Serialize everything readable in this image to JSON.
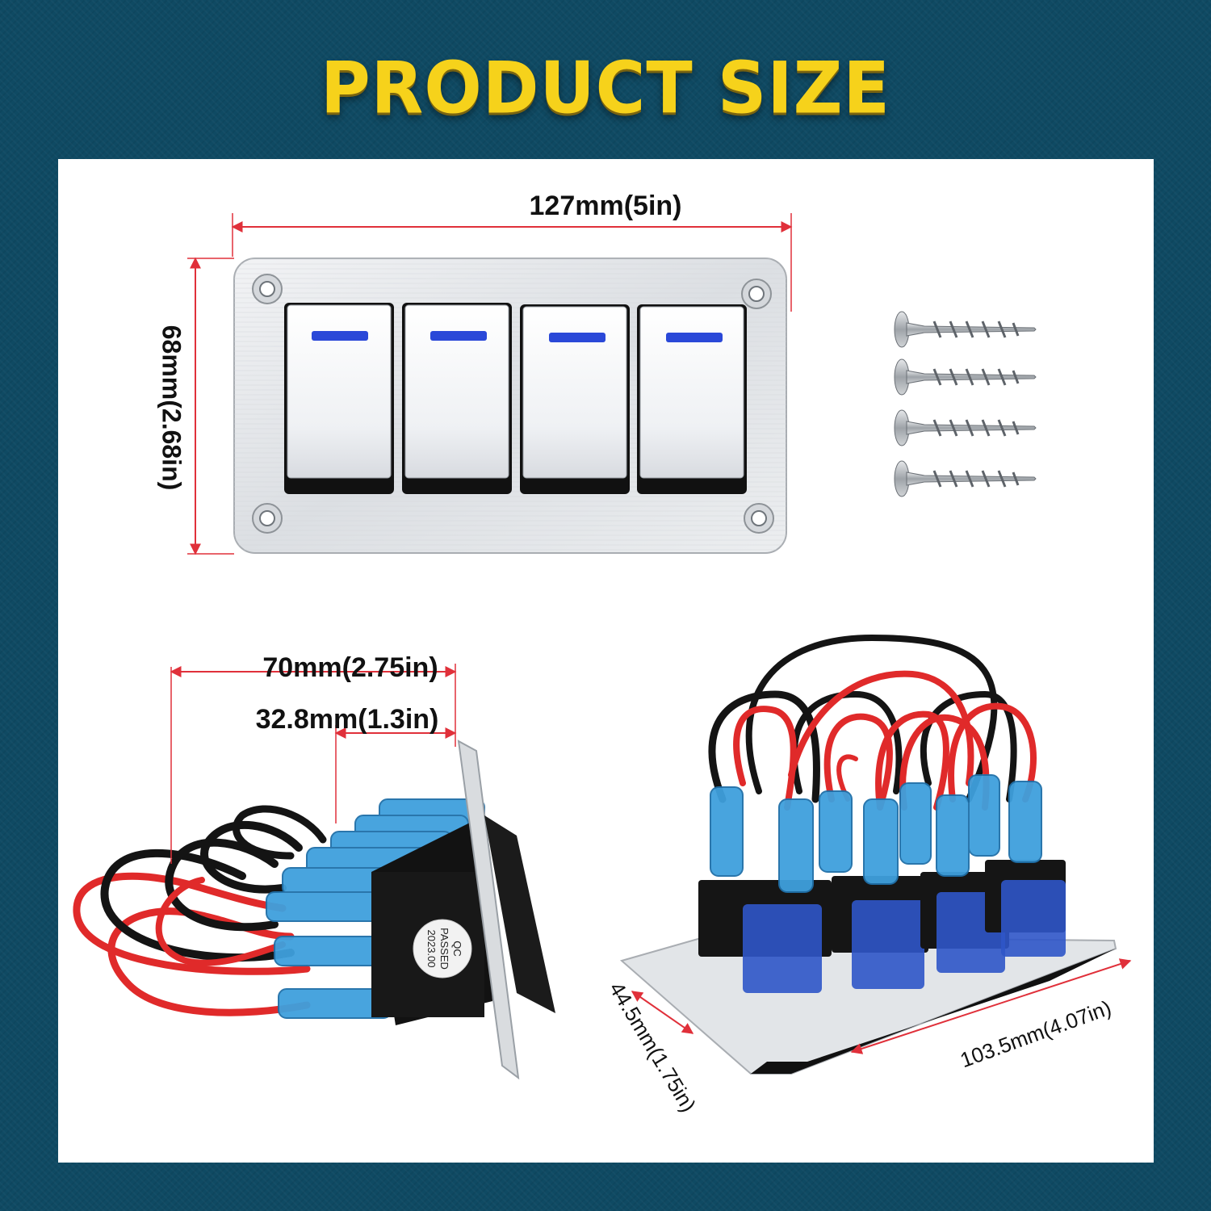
{
  "title": "PRODUCT SIZE",
  "colors": {
    "background": "#0f4a63",
    "title": "#f6d21b",
    "panel": "#ffffff",
    "dimension_line": "#e0303a",
    "switch_indicator": "#2a48d8",
    "wire_red": "#e02a2a",
    "wire_black": "#141414",
    "connector_blue": "#3fa0dd"
  },
  "dimensions": {
    "panel_width": "127mm(5in)",
    "panel_height": "68mm(2.68in)",
    "side_depth_total": "70mm(2.75in)",
    "side_depth_switch": "32.8mm(1.3in)",
    "back_depth": "44.5mm(1.75in)",
    "back_width": "103.5mm(4.07in)"
  },
  "side_label": {
    "line1": "QC",
    "line2": "PASSED",
    "line3": "2023.00"
  },
  "icons": [
    "panel-front-view",
    "screw-icon",
    "panel-side-view",
    "panel-back-view"
  ]
}
